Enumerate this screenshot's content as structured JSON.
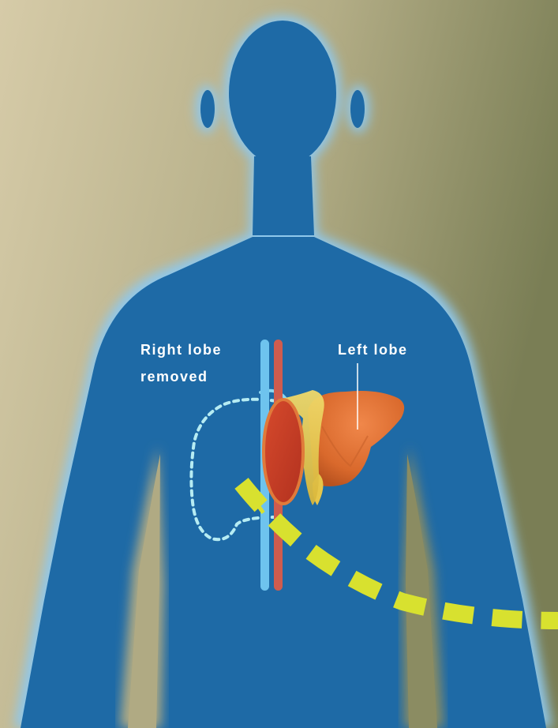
{
  "labels": {
    "right_lobe_line1": "Right lobe",
    "right_lobe_line2": "removed",
    "left_lobe": "Left lobe"
  },
  "colors": {
    "background_light": "#d3c8a4",
    "background_dark": "#7c7f56",
    "body": "#1e6aa6",
    "body_glow": "#86c4ea",
    "vein": "#6ec3ee",
    "artery": "#cf5c4e",
    "liver_orange": "#e0712f",
    "liver_red": "#c8402a",
    "bile_yellow": "#e6c64a",
    "dashed_outline": "#b6ecf3",
    "dashed_path": "#d8e12f"
  }
}
